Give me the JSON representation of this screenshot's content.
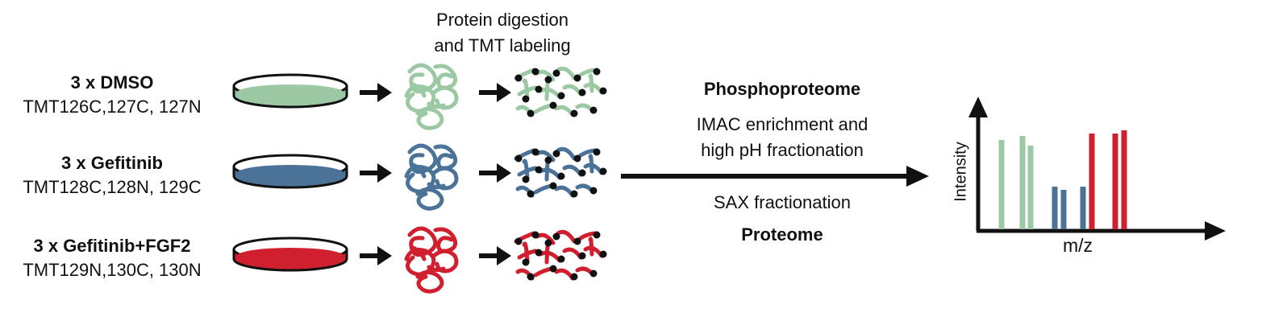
{
  "colors": {
    "dmso": "#9cc9a4",
    "gefitinib": "#4b7398",
    "gefitinib_fgf2": "#d01f2e",
    "dot": "#111111"
  },
  "header": {
    "line1": "Protein digestion",
    "line2": "and TMT labeling"
  },
  "conditions": [
    {
      "title": "3 x DMSO",
      "tmt": "TMT126C,127C, 127N",
      "color": "dmso"
    },
    {
      "title": "3 x Gefitinib",
      "tmt": "TMT128C,128N, 129C",
      "color": "gefitinib"
    },
    {
      "title": "3 x Gefitinib+FGF2",
      "tmt": "TMT129N,130C, 130N",
      "color": "gefitinib_fgf2"
    }
  ],
  "workflow": {
    "phospho_title": "Phosphoproteome",
    "phospho_line1": "IMAC enrichment and",
    "phospho_line2": "high pH fractionation",
    "proteome_step": "SAX fractionation",
    "proteome_title": "Proteome"
  },
  "spectrum": {
    "y_label": "Intensity",
    "x_label": "m/z"
  },
  "icons": [
    "culture-dish-icon",
    "right-arrow-icon",
    "folded-protein-icon",
    "peptide-fragments-icon",
    "mass-spectrum-icon"
  ]
}
